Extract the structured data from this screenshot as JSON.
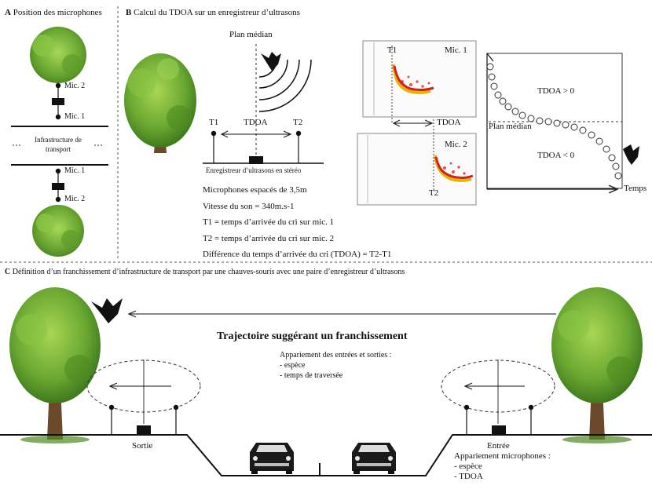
{
  "panel_a": {
    "letter": "A",
    "title": "Position des microphones",
    "mic_top_1": "Mic. 2",
    "mic_top_2": "Mic. 1",
    "road_label": "Infrastructure de transport",
    "mic_bottom_1": "Mic. 1",
    "mic_bottom_2": "Mic. 2"
  },
  "panel_b": {
    "letter": "B",
    "title": "Calcul du TDOA sur un enregistreur d’ultrasons",
    "plan_median": "Plan médian",
    "t1": "T1",
    "tdoa": "TDOA",
    "t2": "T2",
    "recorder_label": "Enregistreur d’ultrasons en stéréo",
    "info": [
      "Microphones espacés de 3,5m",
      "Vitesse du son = 340m.s-1",
      "T1 = temps d’arrivée du cri sur mic. 1",
      "T2 = temps d’arrivée du cri sur mic. 2",
      "Différence du temps d’arrivée du cri (TDOA) = T2-T1"
    ],
    "spec1": {
      "t_label": "T1",
      "mic_label": "Mic. 1"
    },
    "spec2": {
      "t_label": "T2",
      "mic_label": "Mic. 2"
    },
    "spec_tdoa": "TDOA",
    "plot": {
      "tdoa_pos": "TDOA > 0",
      "plan_median": "Plan médian",
      "tdoa_neg": "TDOA < 0",
      "x_axis": "Temps"
    }
  },
  "panel_c": {
    "letter": "C",
    "title": "Définition d’un franchissement d’infrastructure de transport par une chauves-souris avec une paire d’enregistreur d’ultrasons",
    "trajectory": "Trajectoire suggérant un franchissement",
    "pairing_title": "Appariement des entrées et sorties :",
    "pairing_items": [
      "- espèce",
      "- temps de traversée"
    ],
    "sortie": "Sortie",
    "entree": "Entrée",
    "mic_pairing_title": "Appariement microphones :",
    "mic_pairing_items": [
      "- espèce",
      "- TDOA"
    ]
  },
  "colors": {
    "tree_foliage": "#6aa832",
    "tree_trunk": "#6b4a2b",
    "bush": "#7dbb3c",
    "spectrogram_red": "#d21f1f",
    "spectrogram_yellow": "#e8b400"
  }
}
